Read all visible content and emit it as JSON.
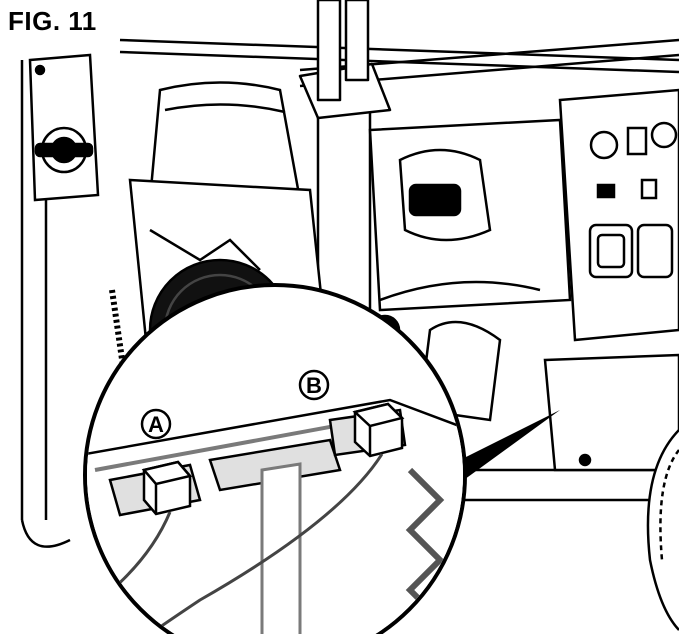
{
  "figure": {
    "title": "FIG. 11"
  },
  "callouts": {
    "a": "A",
    "b": "B"
  },
  "colors": {
    "line": "#000000",
    "background": "#ffffff",
    "shade": "#d9d9d9",
    "dark": "#1a1a1a"
  }
}
